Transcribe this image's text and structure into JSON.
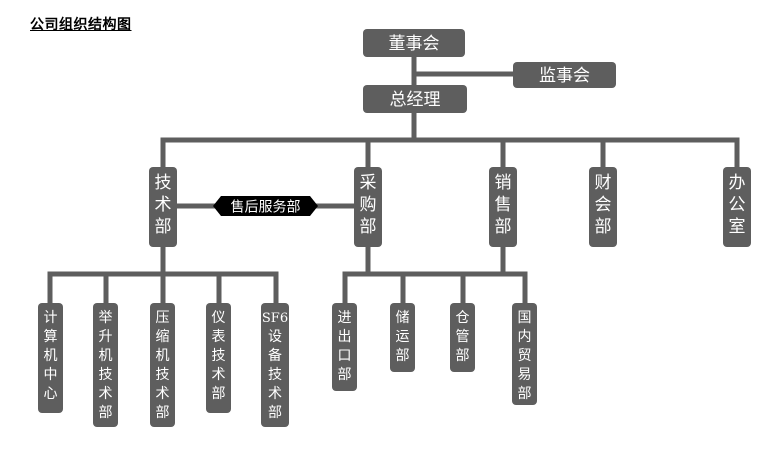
{
  "title": "公司组织结构图",
  "colors": {
    "box": "#5e5e5e",
    "line": "#5e5e5e",
    "text": "#ffffff"
  },
  "nodes": {
    "board": "董事会",
    "supervisors": "监事会",
    "gm": "总经理",
    "tech": "技术部",
    "aftersales": "售后服务部",
    "purchase": "采购部",
    "sales": "销售部",
    "finance": "财会部",
    "office": "办公室",
    "calc_center": "计算机中心",
    "lift_tech": "举升机技术部",
    "compressor_tech": "压缩机技术部",
    "instrument_tech": "仪表技术部",
    "sf6_prefix": "SF6",
    "sf6_rest": "设备技术部",
    "import_export": "进出口部",
    "storage_transport": "储运部",
    "warehouse": "仓管部",
    "domestic_trade": "国内贸易部"
  }
}
